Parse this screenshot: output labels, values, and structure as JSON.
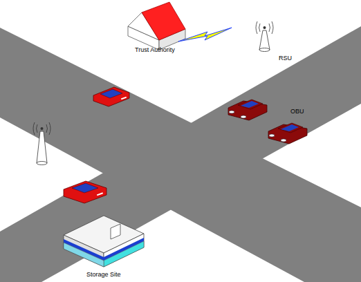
{
  "diagram": {
    "labels": [
      "Trust Authority",
      "RSU",
      "OBU",
      "Storage Site"
    ]
  }
}
